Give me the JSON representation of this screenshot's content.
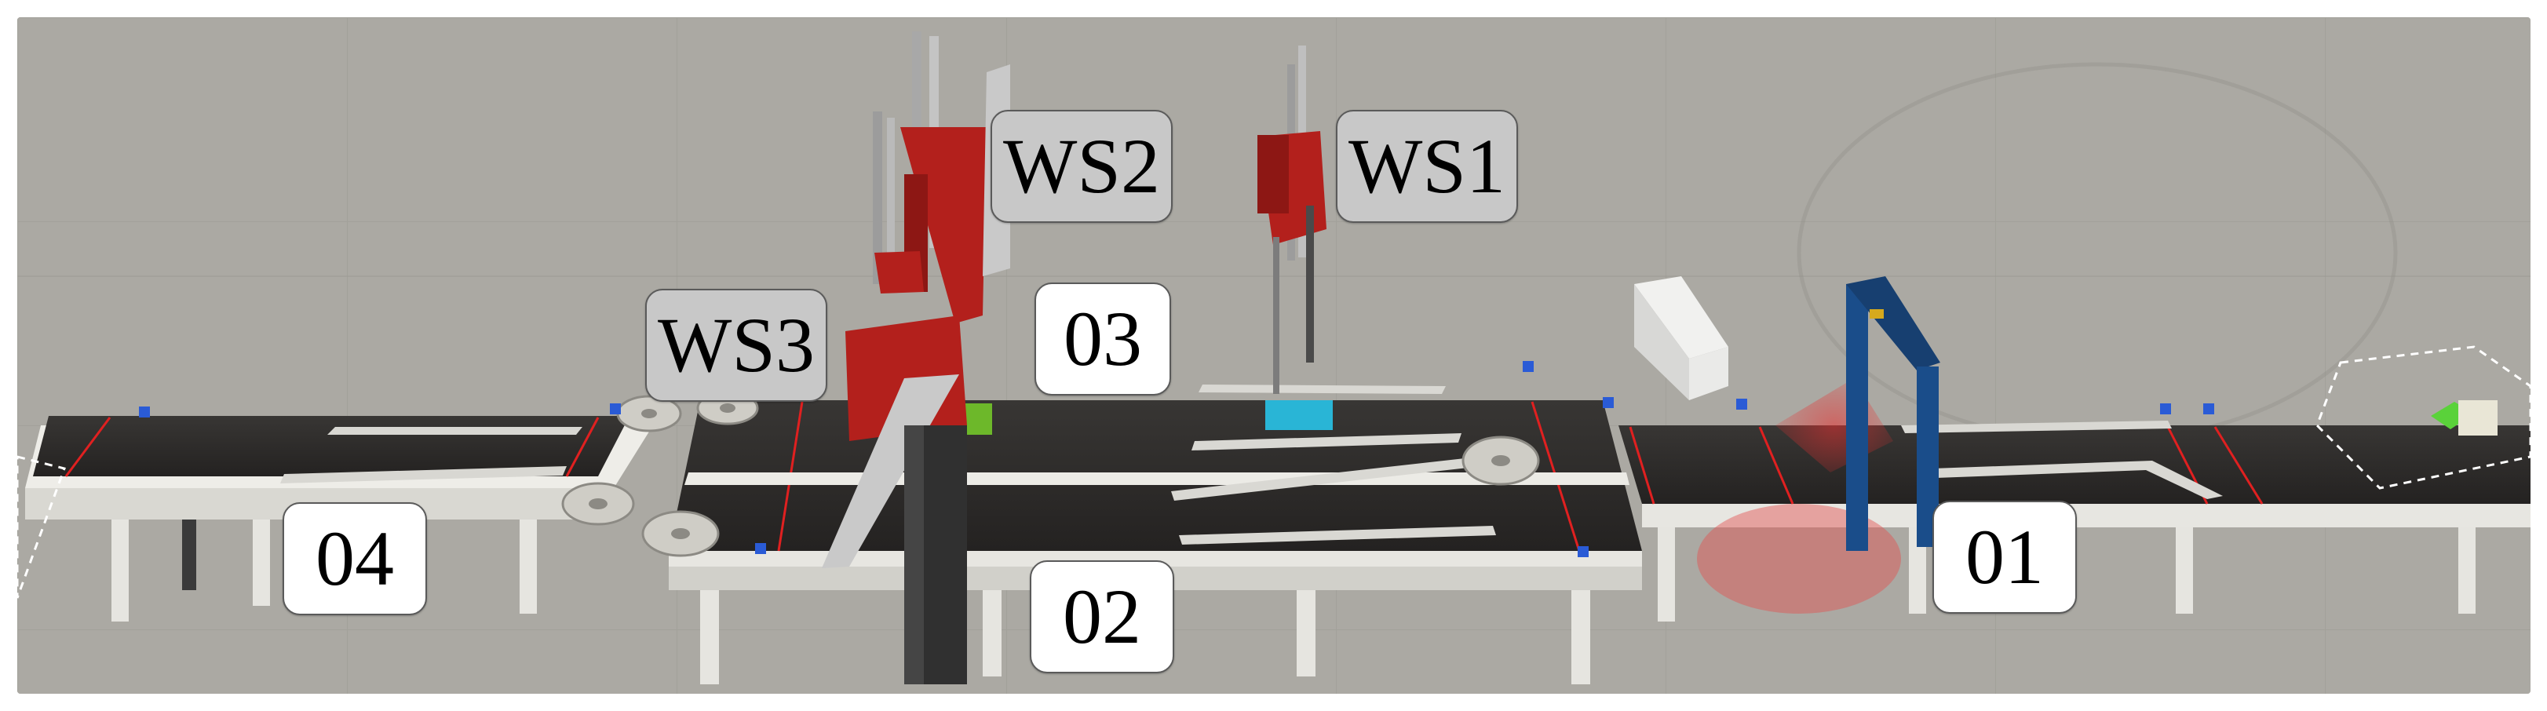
{
  "scene": {
    "workstation_labels": [
      {
        "id": "ws1",
        "text": "WS1"
      },
      {
        "id": "ws2",
        "text": "WS2"
      },
      {
        "id": "ws3",
        "text": "WS3"
      }
    ],
    "conveyor_labels": [
      {
        "id": "c01",
        "text": "01"
      },
      {
        "id": "c02",
        "text": "02"
      },
      {
        "id": "c03",
        "text": "03"
      },
      {
        "id": "c04",
        "text": "04"
      }
    ],
    "colors": {
      "floor": "#aaa8a2",
      "belt": "#2e2c2b",
      "frame": "#ecebe6",
      "robot_red": "#b3201c",
      "scanner_blue": "#1a4d8a",
      "green_box": "#6db82a",
      "cyan_box": "#29b5d6",
      "laser": "#e02020"
    }
  }
}
